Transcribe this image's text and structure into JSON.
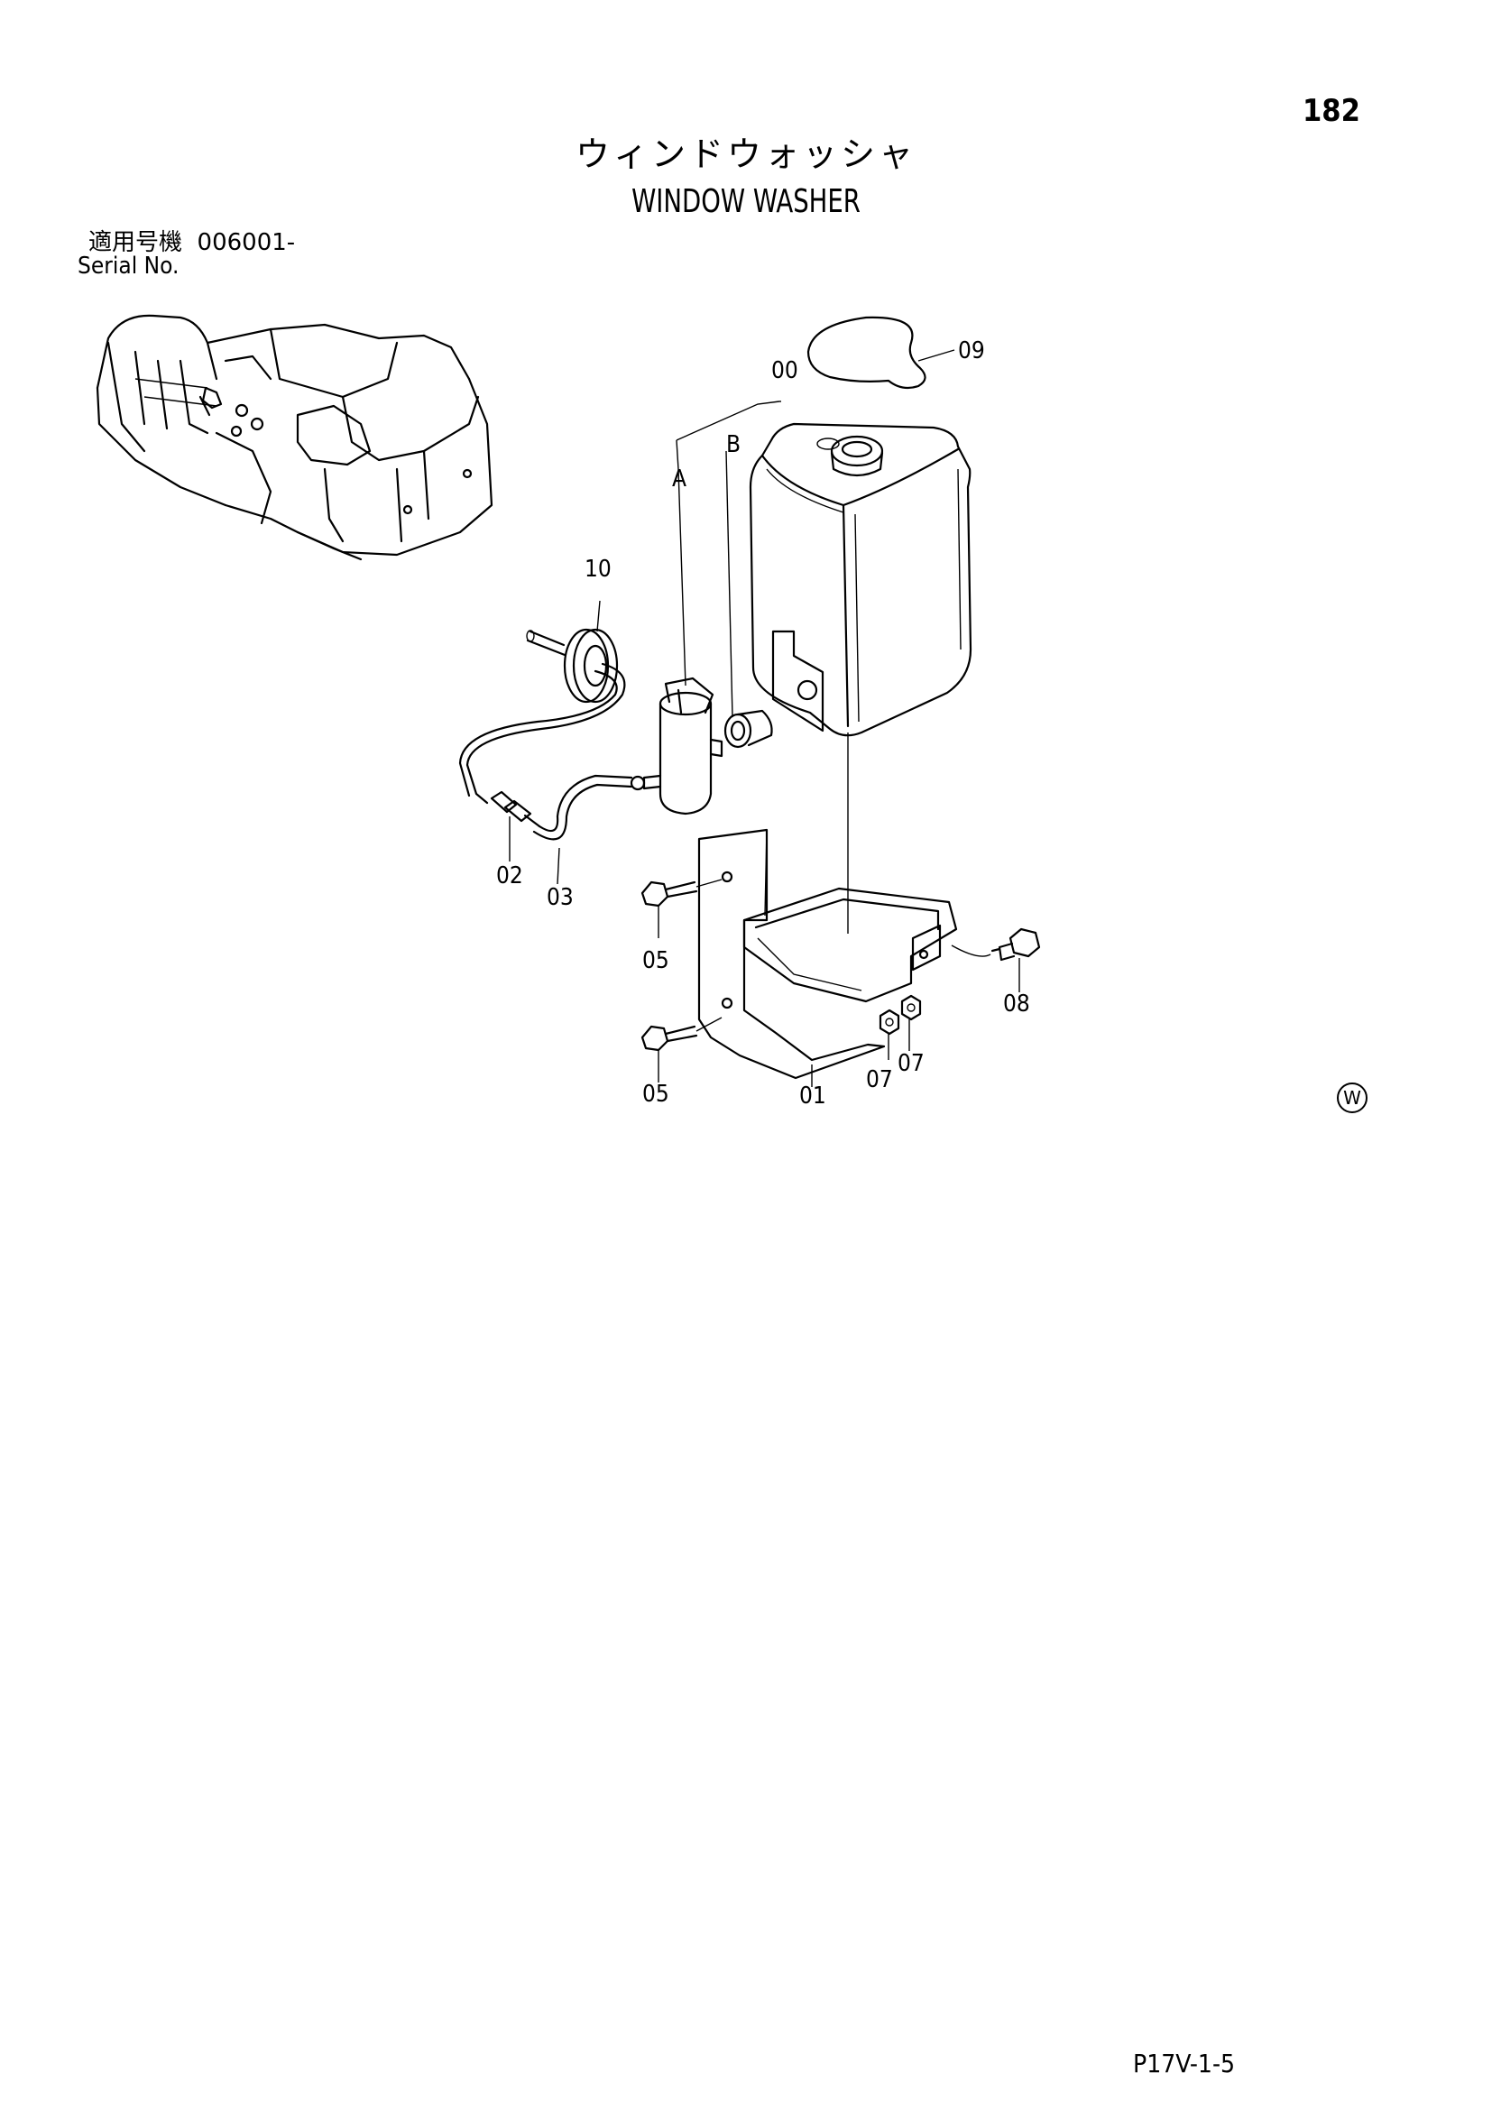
{
  "page_number": "182",
  "title_jp": "ウィンドウォッシャ",
  "title_en": "WINDOW WASHER",
  "serial_label_jp": "適用号機",
  "serial_range": "006001-",
  "serial_label_en": "Serial No.",
  "footer_code": "P17V-1-5",
  "washer_symbol": "W",
  "callouts": {
    "c09": "09",
    "c00": "00",
    "cB": "B",
    "cA": "A",
    "c10": "10",
    "c02": "02",
    "c03": "03",
    "c05a": "05",
    "c05b": "05",
    "c08": "08",
    "c01": "01",
    "c07a": "07",
    "c07b": "07"
  },
  "icons": {
    "machine": "excavator-overview-illustration",
    "diagram": "window-washer-exploded-view"
  }
}
